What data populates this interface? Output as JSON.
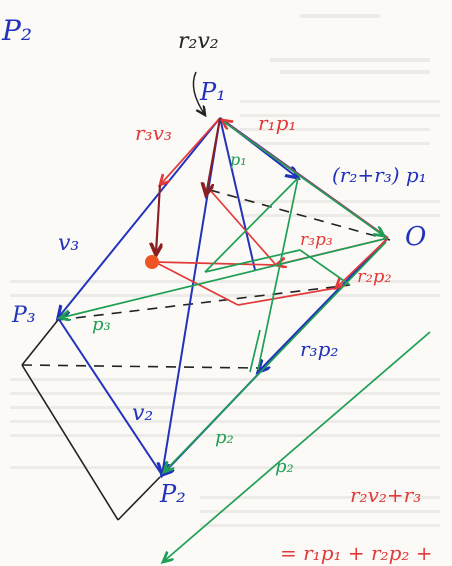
{
  "colors": {
    "blue": "#2233bb",
    "red": "#e23a3a",
    "green": "#1f9e55",
    "black": "#222222",
    "dark_red": "#8a1f1f",
    "orange_red": "#ee5522",
    "paper": "#fbfaf7"
  },
  "labels": {
    "top_left": "P₂",
    "P1": "P₁",
    "P2": "P₂",
    "P3": "P₃",
    "O": "O",
    "r2v2_top": "r₂v₂",
    "r3v3": "r₃v₃",
    "r1p1": "r₁p₁",
    "r2r3_p1": "(r₂+r₃) p₁",
    "p1_arrow": "p₁",
    "r3p3": "r₃p₃",
    "r2p2": "r₂p₂",
    "v3": "v₃",
    "p3": "p₃",
    "r3p2": "r₃p₂",
    "v2": "v₂",
    "p2_mid": "p₂",
    "p2_low": "p₂",
    "eq_top": "r₂v₂+r₃",
    "eq_bottom": "= r₁p₁ + r₂p₂ +"
  }
}
